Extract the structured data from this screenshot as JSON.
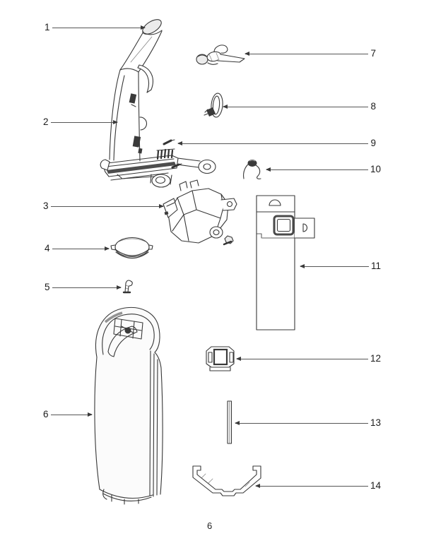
{
  "page": {
    "number": "6"
  },
  "diagram": {
    "type": "exploded-parts-diagram",
    "callouts": [
      {
        "label": "1",
        "target": "handle-grip-drawing"
      },
      {
        "label": "2",
        "target": "upper-handle-assembly-drawing"
      },
      {
        "label": "3",
        "target": "motor-housing-drawing"
      },
      {
        "label": "4",
        "target": "lid-drawing"
      },
      {
        "label": "5",
        "target": "hook-clip-drawing"
      },
      {
        "label": "6",
        "target": "dust-cup-body-drawing"
      },
      {
        "label": "7",
        "target": "cord-hook-drawing"
      },
      {
        "label": "8",
        "target": "clip-bracket-drawing"
      },
      {
        "label": "9",
        "target": "screws-drawing"
      },
      {
        "label": "10",
        "target": "wire-grommet-drawing"
      },
      {
        "label": "11",
        "target": "filter-frame-drawing"
      },
      {
        "label": "12",
        "target": "valve-clip-drawing"
      },
      {
        "label": "13",
        "target": "seal-strip-drawing"
      },
      {
        "label": "14",
        "target": "base-bracket-drawing"
      }
    ]
  },
  "colors": {
    "line": "#3a3a3a",
    "ink": "#1b1b1b",
    "background": "#ffffff"
  }
}
